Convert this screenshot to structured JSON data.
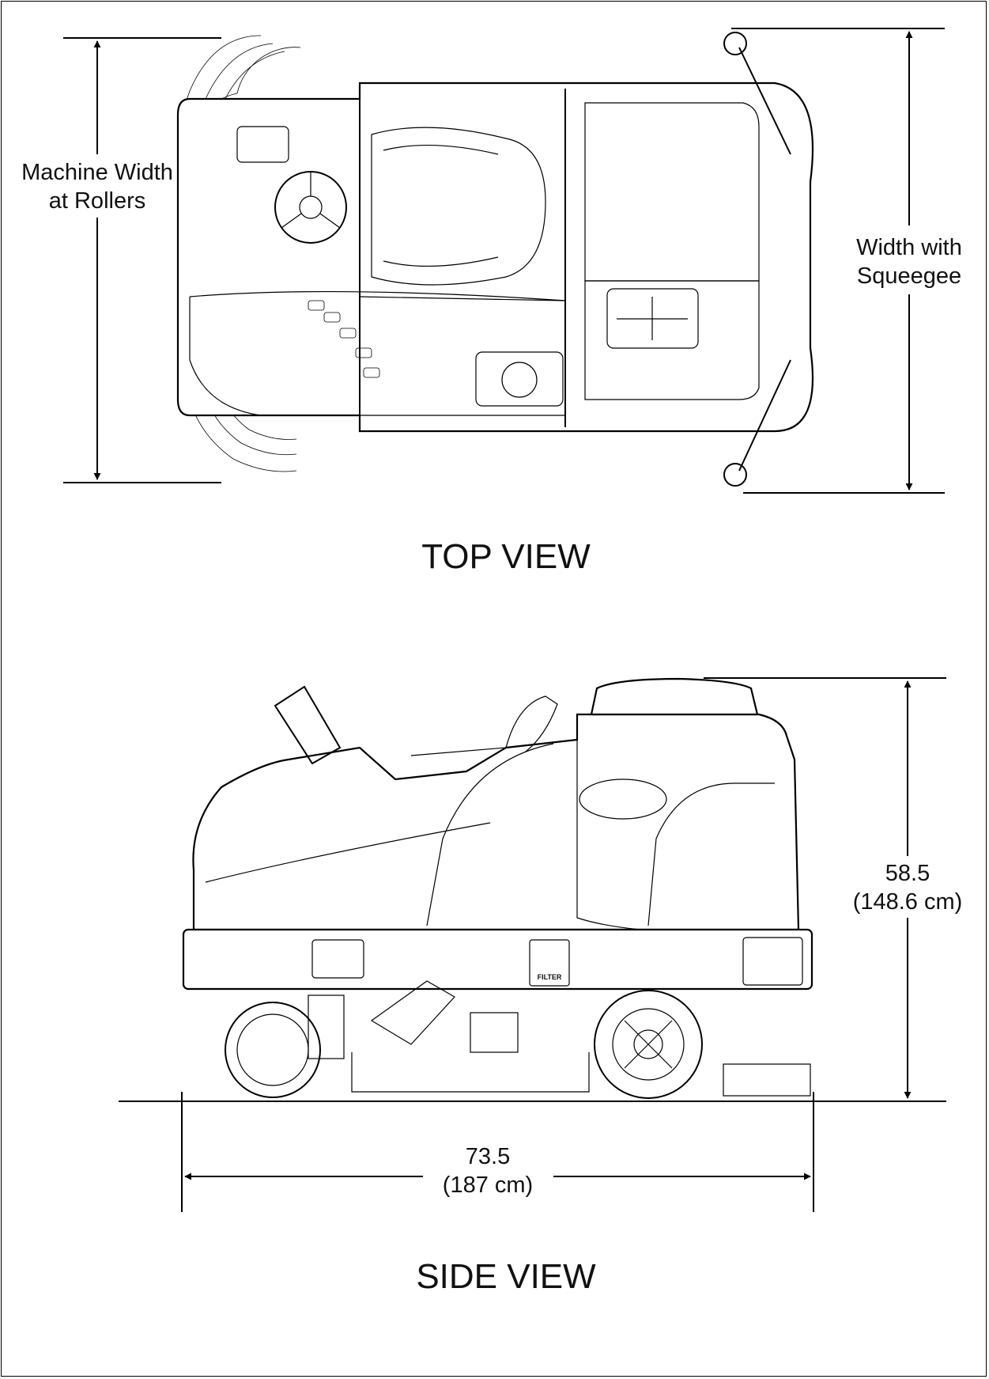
{
  "top_view": {
    "title": "TOP VIEW",
    "dim_left": {
      "line1": "Machine Width",
      "line2": "at Rollers"
    },
    "dim_right": {
      "line1": "Width with",
      "line2": "Squeegee"
    }
  },
  "side_view": {
    "title": "SIDE VIEW",
    "height": {
      "value": "58.5",
      "metric": "(148.6 cm)"
    },
    "length": {
      "value": "73.5",
      "metric": "(187 cm)"
    },
    "filter_label": "FILTER"
  },
  "colors": {
    "line": "#000000",
    "background": "#ffffff"
  }
}
